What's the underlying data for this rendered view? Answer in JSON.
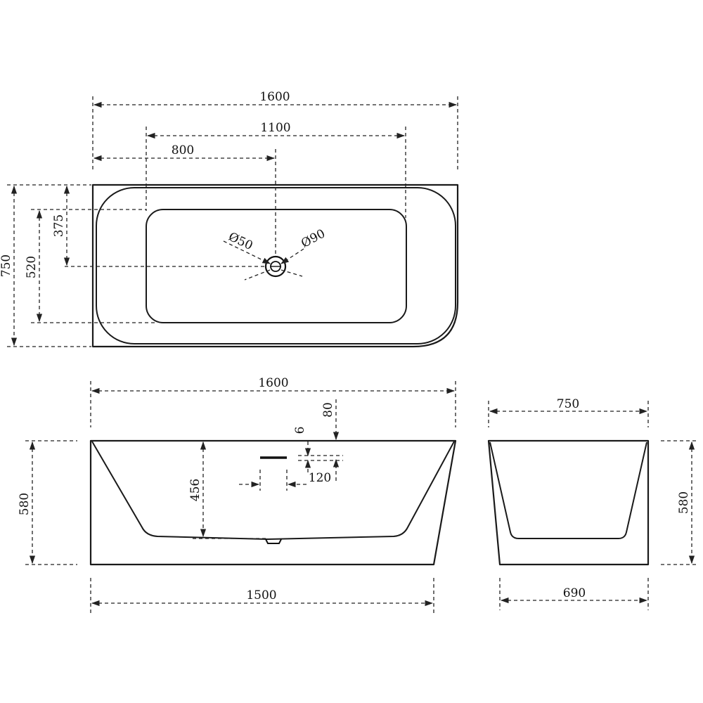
{
  "top_view": {
    "length": "1600",
    "drain_to_right": "1100",
    "drain_from_left": "800",
    "width": "750",
    "inner_width": "520",
    "drain_from_top": "375",
    "drain_small_dia": "Ø50",
    "drain_large_dia": "Ø90"
  },
  "front_view": {
    "top_length": "1600",
    "bottom_length": "1500",
    "height": "580",
    "inner_depth": "456",
    "overflow_offset_top": "80",
    "overflow_slot_height": "6",
    "overflow_slot_width": "120"
  },
  "side_view": {
    "top_width": "750",
    "bottom_width": "690",
    "height": "580"
  }
}
